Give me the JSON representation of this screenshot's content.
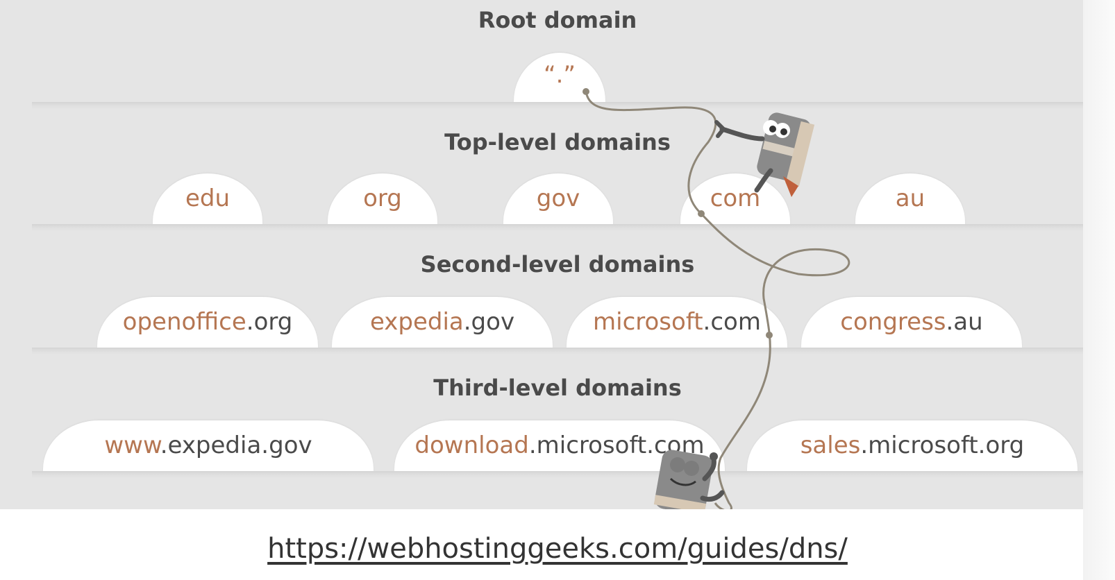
{
  "levels": [
    {
      "title": "Root domain",
      "domains": [
        {
          "highlight": "“.”",
          "rest": ""
        }
      ]
    },
    {
      "title": "Top-level domains",
      "domains": [
        {
          "highlight": "edu",
          "rest": ""
        },
        {
          "highlight": "org",
          "rest": ""
        },
        {
          "highlight": "gov",
          "rest": ""
        },
        {
          "highlight": "com",
          "rest": ""
        },
        {
          "highlight": "au",
          "rest": ""
        }
      ]
    },
    {
      "title": "Second-level domains",
      "domains": [
        {
          "highlight": "openoffice",
          "rest": ".org"
        },
        {
          "highlight": "expedia",
          "rest": ".gov"
        },
        {
          "highlight": "microsoft",
          "rest": ".com"
        },
        {
          "highlight": "congress",
          "rest": ".au"
        }
      ]
    },
    {
      "title": "Third-level domains",
      "domains": [
        {
          "highlight": "www",
          "rest": ".expedia.gov"
        },
        {
          "highlight": "download",
          "rest": ".microsoft.com"
        },
        {
          "highlight": "sales",
          "rest": ".microsoft.org"
        }
      ]
    }
  ],
  "source_link": "https://webhostinggeeks.com/guides/dns/",
  "colors": {
    "background": "#e5e5e5",
    "pill": "#ffffff",
    "highlight_text": "#b57652",
    "plain_text": "#4a4a4a",
    "rope": "#8f8778",
    "character_body": "#8a8a8a"
  },
  "icons": [
    "climbing-character-icon",
    "waving-character-icon"
  ]
}
